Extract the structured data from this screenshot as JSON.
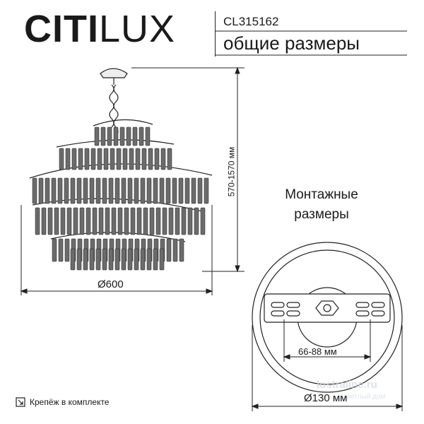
{
  "header": {
    "brand_part1": "CITI",
    "brand_part2": "LUX",
    "model": "CL315162",
    "subtitle": "общие размеры"
  },
  "dimensions": {
    "height": "570-1570 мм",
    "diameter": "Ø600",
    "mount_title_line1": "Монтажные",
    "mount_title_line2": "размеры",
    "bracket": "66-88 мм",
    "base": "Ø130 мм"
  },
  "footer": {
    "icon": "box-arrow-icon",
    "text": "Крепёж в комплекте"
  },
  "watermark": {
    "main": "lustraline.ru",
    "sub": "светлый дом"
  },
  "colors": {
    "line": "#222222",
    "crystal": "#6b6b6b",
    "watermark": "#d0d8e0"
  }
}
